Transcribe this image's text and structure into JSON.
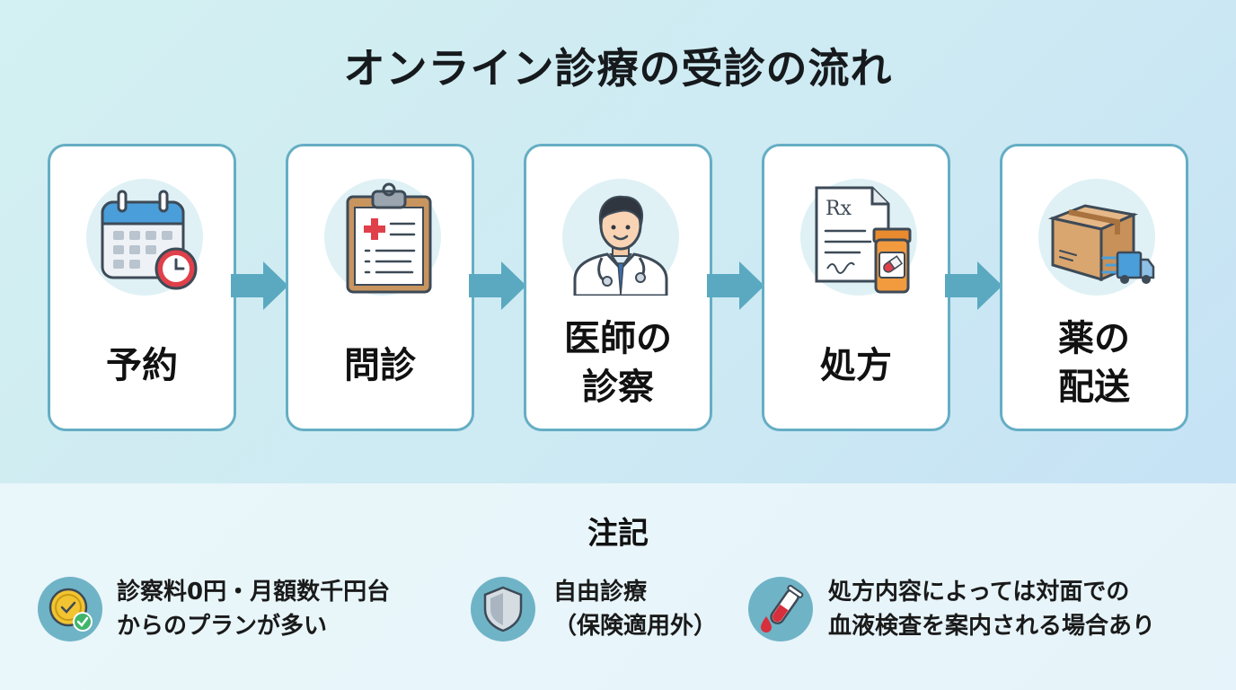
{
  "title": "オンライン診療の受診の流れ",
  "steps": [
    {
      "icon": "calendar-clock-icon",
      "label": "予約"
    },
    {
      "icon": "clipboard-medical-icon",
      "label": "問診"
    },
    {
      "icon": "doctor-icon",
      "label_line1": "医師の",
      "label_line2": "診察"
    },
    {
      "icon": "prescription-medicine-icon",
      "label": "処方"
    },
    {
      "icon": "package-delivery-icon",
      "label_line1": "薬の",
      "label_line2": "配送"
    }
  ],
  "notes": {
    "title": "注記",
    "items": [
      {
        "icon": "coin-check-icon",
        "line1": "診察料0円・月額数千円台",
        "line2": "からのプランが多い"
      },
      {
        "icon": "shield-icon",
        "line1": "自由診療",
        "line2": "（保険適用外）"
      },
      {
        "icon": "blood-test-tube-icon",
        "line1": "処方内容によっては対面での",
        "line2": "血液検査を案内される場合あり"
      }
    ]
  },
  "colors": {
    "border": "#65aec4",
    "arrow": "#5aa9c1",
    "accent_red": "#e0404a",
    "icon_bg": "#6fb3c6"
  }
}
